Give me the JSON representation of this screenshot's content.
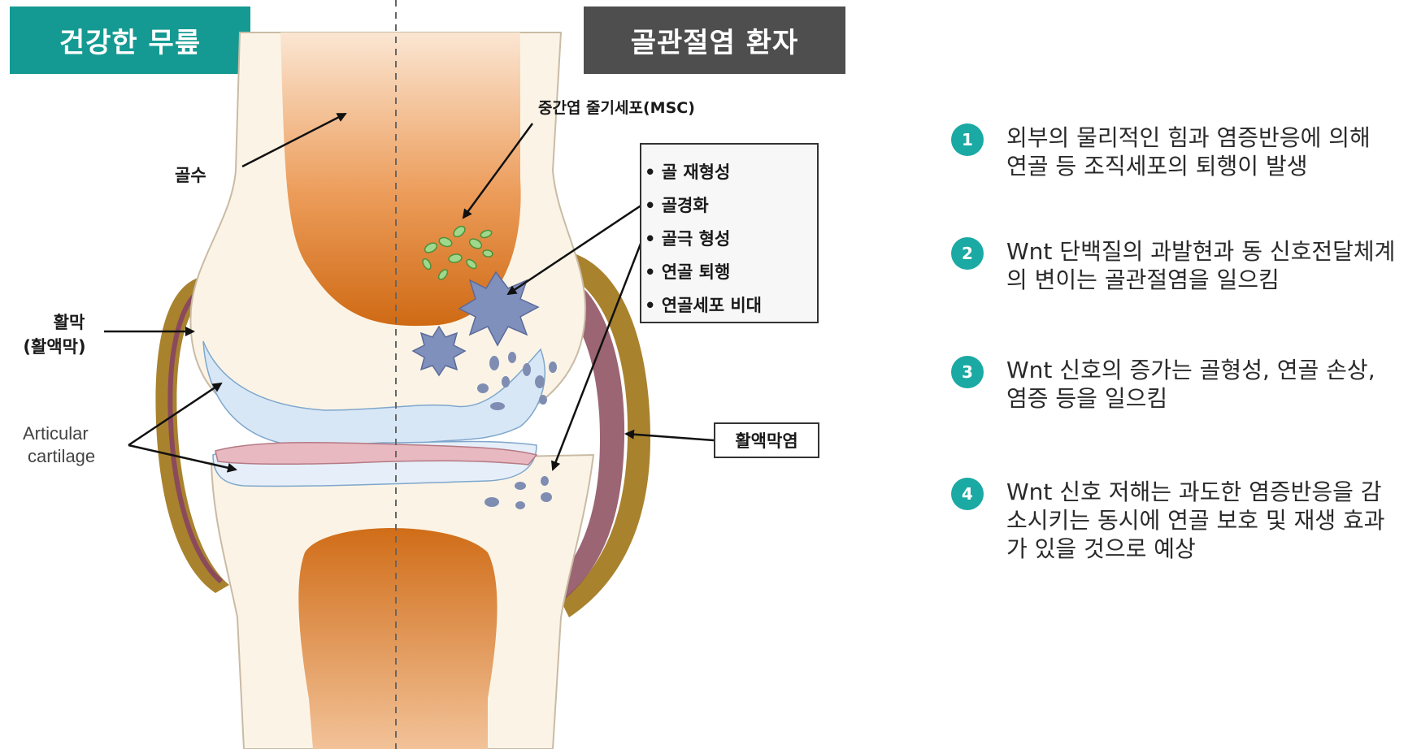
{
  "headers": {
    "healthy": "건강한 무릎",
    "oa": "골관절염 환자"
  },
  "labels": {
    "bone_marrow": "골수",
    "msc": "중간엽 줄기세포(MSC)",
    "synovium_line1": "활막",
    "synovium_line2": "(활액막)",
    "cartilage_line1": "Articular",
    "cartilage_line2": "cartilage",
    "synovitis": "활액막염"
  },
  "features": [
    "• 골 재형성",
    "• 골경화",
    "• 골극 형성",
    "• 연골 퇴행",
    "• 연골세포 비대"
  ],
  "items": [
    {
      "num": "1",
      "text": "외부의 물리적인 힘과 염증반응에 의해 연골 등 조직세포의 퇴행이 발생"
    },
    {
      "num": "2",
      "text": "Wnt 단백질의 과발현과 동 신호전달체계의 변이는 골관절염을 일으킴"
    },
    {
      "num": "3",
      "text": "Wnt 신호의 증가는 골형성, 연골 손상, 염증 등을 일으킴"
    },
    {
      "num": "4",
      "text": "Wnt 신호 저해는 과도한 염증반응을 감소시키는 동시에 연골 보호 및 재생 효과가 있을 것으로 예상"
    }
  ],
  "colors": {
    "teal": "#149a92",
    "dark_gray": "#4e4e4e",
    "bone_orange": "#d4731f",
    "synovium": "#a9822e",
    "cartilage_blue": "#d8e7f6"
  }
}
